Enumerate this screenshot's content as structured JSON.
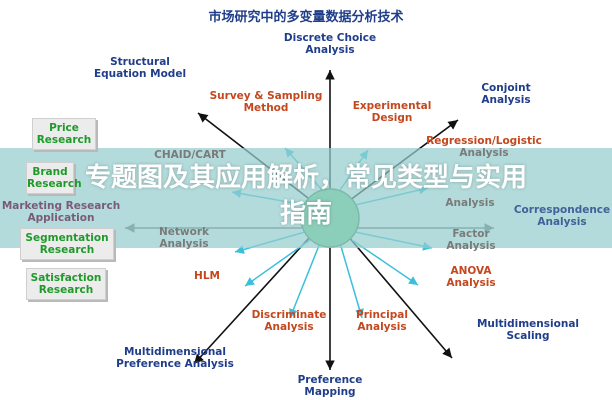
{
  "title": "市场研究中的多变量数据分析技术",
  "outer_techniques": {
    "discrete_choice": [
      "Discrete Choice",
      "Analysis"
    ],
    "structural": [
      "Structural",
      "Equation Model"
    ],
    "conjoint": [
      "Conjoint",
      "Analysis"
    ],
    "correspondence": [
      "Correspondence",
      "Analysis"
    ],
    "mds": [
      "Multidimensional",
      "Scaling"
    ],
    "preference_mapping": [
      "Preference",
      "Mapping"
    ],
    "mdpref": [
      "Multidimensional",
      "Preference Analysis"
    ],
    "marketing_app": [
      "Marketing Research",
      "Application"
    ]
  },
  "inner_techniques": {
    "survey": [
      "Survey & Sampling",
      "Method"
    ],
    "experimental": [
      "Experimental",
      "Design"
    ],
    "regression": [
      "Regression/Logistic",
      "Analysis"
    ],
    "cluster_right": [
      "Analysis"
    ],
    "chaid": [
      "CHAID/CART"
    ],
    "network": [
      "Network",
      "Analysis"
    ],
    "factor": [
      "Factor",
      "Analysis"
    ],
    "hlm": [
      "HLM"
    ],
    "anova": [
      "ANOVA",
      "Analysis"
    ],
    "discriminate": [
      "Discriminate",
      "Analysis"
    ],
    "principal": [
      "Principal",
      "Analysis"
    ]
  },
  "research_boxes": [
    [
      "Price",
      "Research"
    ],
    [
      "Brand",
      "Research"
    ],
    [
      "Segmentation",
      "Research"
    ],
    [
      "Satisfaction",
      "Research"
    ]
  ],
  "overlay": {
    "line1": "专题图及其应用解析，常见类型与实用",
    "line2": "指南"
  },
  "colors": {
    "blue": "#1f3d8a",
    "red": "#c4471e",
    "green": "#1f9a2a",
    "center": "#6fd08a",
    "cyan": "#3bbfdc"
  }
}
